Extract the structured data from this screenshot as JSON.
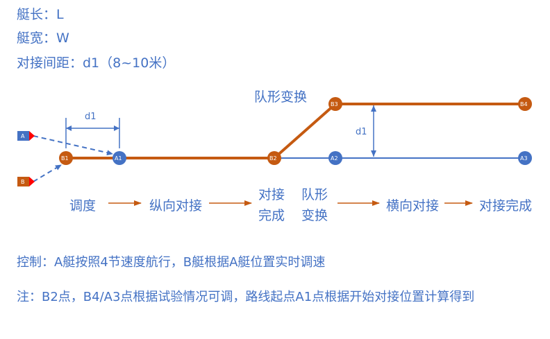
{
  "header": {
    "length": "艇长：L",
    "width": "艇宽：W",
    "spacing": "对接间距：d1（8~10米）"
  },
  "diagram": {
    "title_formation": "队形变换",
    "dim_top": "d1",
    "dim_right": "d1",
    "boats": {
      "A": "A",
      "B": "B"
    },
    "nodes": {
      "B1": "B1",
      "A1": "A1",
      "B2": "B2",
      "A2": "A2",
      "B3": "B3",
      "B4": "B4",
      "A3": "A3"
    },
    "colors": {
      "orange": "#c55a11",
      "blue": "#4472c4",
      "red": "#ff0000"
    }
  },
  "steps": {
    "s1": "调度",
    "s2": "纵向对接",
    "s3a": "对接",
    "s3b": "完成",
    "s4a": "队形",
    "s4b": "变换",
    "s5": "横向对接",
    "s6": "对接完成"
  },
  "notes": {
    "control": "控制：A艇按照4节速度航行，B艇根据A艇位置实时调速",
    "note": "注：B2点，B4/A3点根据试验情况可调，路线起点A1点根据开始对接位置计算得到"
  }
}
